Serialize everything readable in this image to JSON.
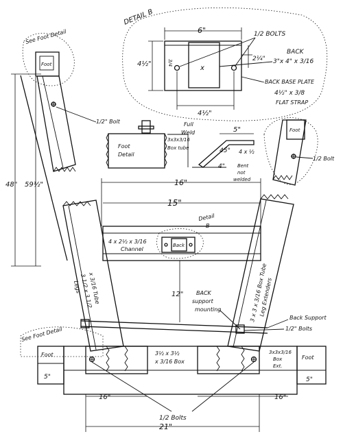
{
  "detail_b_top": {
    "title": "DETAIL B",
    "width_6": "6\"",
    "height_4_1_2": "4½\"",
    "width_4_1_2": "4½\"",
    "offset_3_4": "3/4",
    "offset_2_1_4": "2¼\"",
    "bolts": "1/2 BOLTS",
    "back_label_1": "BACK",
    "back_label_2": "3\"x 4\" x 3/16",
    "base_plate_1": "BACK BASE PLATE",
    "base_plate_2": "4½\" x 3/8",
    "base_plate_3": "FLAT STRAP",
    "x_mark": "x"
  },
  "left_leg": {
    "see_foot_detail": "See Foot Detail",
    "foot": "Foot",
    "bolt": "1/2\" Bolt",
    "dim_48": "48\"",
    "dim_59": "59½\"",
    "tube_1": "3 1/2 x 3 1/2",
    "tube_2": "x 3/16 Tube",
    "tube_3": "Legs"
  },
  "foot_detail": {
    "label_1": "Foot",
    "label_2": "Detail"
  },
  "box_tube": {
    "label_1": "3x3x3/16",
    "label_2": "Box tube"
  },
  "weld_detail": {
    "full_weld_1": "Full",
    "full_weld_2": "Weld",
    "dim_5": "5\"",
    "angle_45": "45°",
    "dim_4": "4\"",
    "dim_4x1_2": "4 x ½",
    "bent_1": "Bent",
    "bent_2": "not",
    "bent_3": "welded"
  },
  "right_leg": {
    "foot": "Foot",
    "bolt": "1/2 Bolt",
    "ext_1": "3 x 3 x 3/16 Box Tube",
    "ext_2": "Leg Extenders"
  },
  "center": {
    "dim_16_top": "16\"",
    "dim_15": "15\"",
    "detail_b_1": "Detail",
    "detail_b_2": "B",
    "channel_1": "4 x 2½ x 3/16",
    "channel_2": "Channel",
    "back": "Back",
    "dim_12": "12\"",
    "support_1": "BACK",
    "support_2": "support",
    "support_3": "mounting"
  },
  "bottom": {
    "see_foot_detail": "See Foot Detail",
    "back_support": "Back Support",
    "bolts_right": "1/2\" Bolts",
    "foot_left": "Foot",
    "foot_right": "Foot",
    "dim_5_left": "5\"",
    "dim_5_right": "5\"",
    "box_1": "3½ x 3½",
    "box_2": "x 3/16 Box",
    "ext_1": "3x3x3/16",
    "ext_2": "Box",
    "ext_3": "Ext.",
    "dim_16_left": "16\"",
    "dim_16_right": "16\"",
    "bolts_bottom": "1/2 Bolts",
    "dim_21": "21\""
  }
}
